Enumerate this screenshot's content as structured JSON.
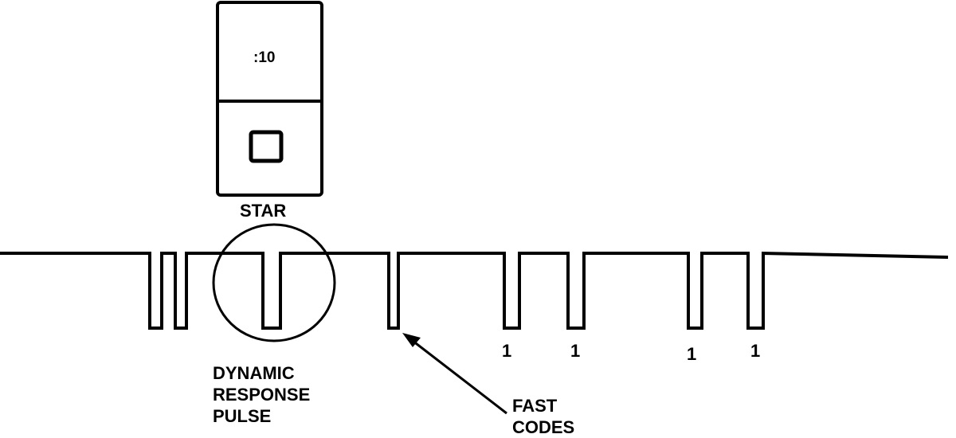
{
  "display": {
    "top_value": ":10",
    "bottom_symbol": "square-indicator-icon"
  },
  "labels": {
    "star": "STAR",
    "dynamic_response_pulse": [
      "DYNAMIC",
      "RESPONSE",
      "PULSE"
    ],
    "fast_codes": [
      "FAST",
      "CODES"
    ],
    "bit_labels": [
      "1",
      "1",
      "1",
      "1"
    ]
  },
  "colors": {
    "ink": "#000000",
    "background": "#ffffff"
  }
}
